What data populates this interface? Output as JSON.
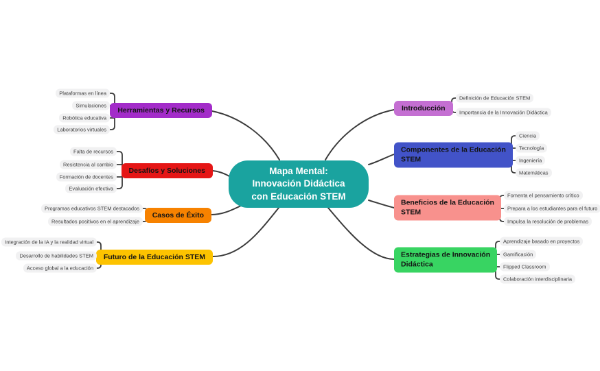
{
  "canvas": {
    "background": "#ffffff",
    "connector_color": "#3b3b3b",
    "leaf_background": "#f1f1f2"
  },
  "center": {
    "label": "Mapa Mental: Innovación Didáctica con Educación STEM",
    "lines": [
      "Mapa Mental:",
      "Innovación Didáctica",
      "con Educación STEM"
    ],
    "color": "#1aa39f",
    "text_color": "#ffffff"
  },
  "branches": [
    {
      "id": "herramientas",
      "side": "left",
      "label": "Herramientas y Recursos",
      "lines": [
        "Herramientas y Recursos"
      ],
      "color": "#a32cc9",
      "children": [
        "Plataformas en línea",
        "Simulaciones",
        "Robótica educativa",
        "Laboratorios virtuales"
      ]
    },
    {
      "id": "desafios",
      "side": "left",
      "label": "Desafíos y Soluciones",
      "lines": [
        "Desafíos y Soluciones"
      ],
      "color": "#e51616",
      "children": [
        "Falta de recursos",
        "Resistencia al cambio",
        "Formación de docentes",
        "Evaluación efectiva"
      ]
    },
    {
      "id": "casos",
      "side": "left",
      "label": "Casos de Éxito",
      "lines": [
        "Casos de Éxito"
      ],
      "color": "#f78200",
      "children": [
        "Programas educativos STEM destacados",
        "Resultados positivos en el aprendizaje"
      ]
    },
    {
      "id": "futuro",
      "side": "left",
      "label": "Futuro de la Educación STEM",
      "lines": [
        "Futuro de la Educación STEM"
      ],
      "color": "#fdc300",
      "children": [
        "Integración de la IA y la realidad virtual",
        "Desarrollo de habilidades STEM",
        "Acceso global a la educación"
      ]
    },
    {
      "id": "introduccion",
      "side": "right",
      "label": "Introducción",
      "lines": [
        "Introducción"
      ],
      "color": "#c46fd2",
      "children": [
        "Definición de Educación STEM",
        "Importancia de la Innovación Didáctica"
      ]
    },
    {
      "id": "componentes",
      "side": "right",
      "label": "Componentes de la Educación STEM",
      "lines": [
        "Componentes de la Educación",
        "STEM"
      ],
      "color": "#4253c8",
      "children": [
        "Ciencia",
        "Tecnología",
        "Ingeniería",
        "Matemáticas"
      ]
    },
    {
      "id": "beneficios",
      "side": "right",
      "label": "Beneficios de la Educación STEM",
      "lines": [
        "Beneficios de la Educación",
        "STEM"
      ],
      "color": "#f8918d",
      "children": [
        "Fomenta el pensamiento crítico",
        "Prepara a los estudiantes para el futuro",
        "Impulsa la resolución de problemas"
      ]
    },
    {
      "id": "estrategias",
      "side": "right",
      "label": "Estrategias de Innovación Didáctica",
      "lines": [
        "Estrategias de Innovación",
        "Didáctica"
      ],
      "color": "#38d462",
      "children": [
        "Aprendizaje basado en proyectos",
        "Gamificación",
        "Flipped Classroom",
        "Colaboración interdisciplinaria"
      ]
    }
  ]
}
